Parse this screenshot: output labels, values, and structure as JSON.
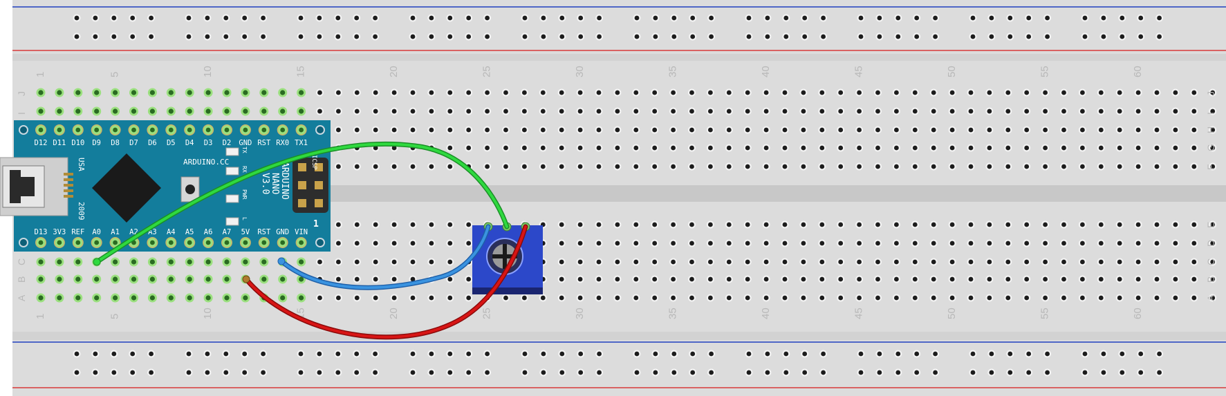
{
  "breadboard": {
    "columns": 65,
    "row_letters_top": [
      "J",
      "I",
      "H",
      "G",
      "F"
    ],
    "row_letters_bottom": [
      "E",
      "D",
      "C",
      "B",
      "A"
    ],
    "column_label_numbers": [
      "1",
      "5",
      "10",
      "15",
      "20",
      "25",
      "30",
      "35",
      "40",
      "45",
      "50",
      "55",
      "60"
    ],
    "rail_blue_color": "#1f3fbf",
    "rail_red_color": "#d83a3a",
    "board_color": "#dcdcdc"
  },
  "arduino": {
    "board_color": "#137d9c",
    "top_pin_labels": [
      "D12",
      "D11",
      "D10",
      "D9",
      "D8",
      "D7",
      "D6",
      "D5",
      "D4",
      "D3",
      "D2",
      "GND",
      "RST",
      "RX0",
      "TX1"
    ],
    "bottom_pin_labels": [
      "D13",
      "3V3",
      "REF",
      "A0",
      "A1",
      "A2",
      "A3",
      "A4",
      "A5",
      "A6",
      "A7",
      "5V",
      "RST",
      "GND",
      "VIN"
    ],
    "brand_text": "ARDUINO.CC",
    "name_lines": [
      "ARDUINO",
      "NANO",
      "V3.0"
    ],
    "usa_text": "USA",
    "year_text": "2009",
    "icsp_text": "ICSP",
    "pin_one_text": "1",
    "led_labels": [
      "TX",
      "RX",
      "PWR",
      "L"
    ]
  },
  "potentiometer": {
    "color": "#2c48c9"
  },
  "wires": [
    {
      "name": "green-wire",
      "color": "#1fbf2e"
    },
    {
      "name": "blue-wire",
      "color": "#2f86d6"
    },
    {
      "name": "red-wire",
      "color": "#d01010"
    }
  ]
}
